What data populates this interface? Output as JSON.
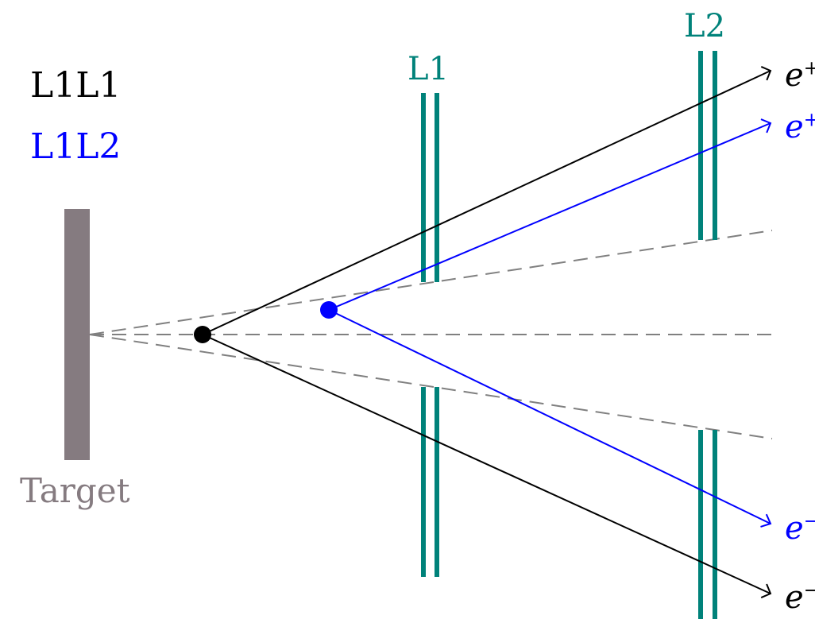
{
  "legend": {
    "l1l1": {
      "text": "L1L1",
      "color": "#000000"
    },
    "l1l2": {
      "text": "L1L2",
      "color": "#0000ff"
    }
  },
  "layers": {
    "l1": {
      "text": "L1"
    },
    "l2": {
      "text": "L2"
    },
    "color": "#00827a"
  },
  "target": {
    "text": "Target",
    "color": "#857b80"
  },
  "particles": {
    "symbol": "e",
    "l1l1_top_charge": "+",
    "l1l1_bottom_charge": "−",
    "l1l2_top_charge": "+",
    "l1l2_bottom_charge": "−"
  },
  "colors": {
    "acceptance_dashes": "#808080",
    "vertex_l1l1": "#000000",
    "vertex_l1l2": "#0000ff"
  }
}
